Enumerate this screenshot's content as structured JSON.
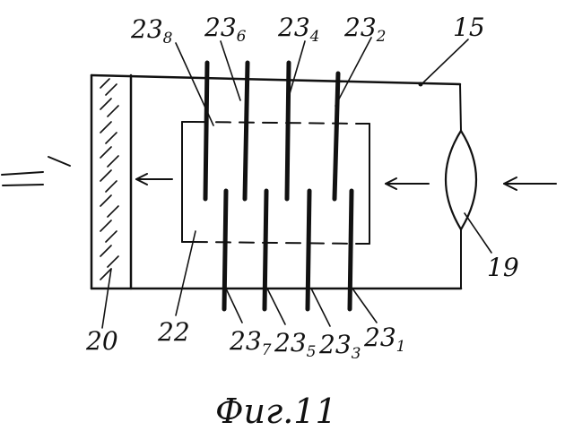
{
  "figure": {
    "caption": "Фиг.11",
    "labels": {
      "l15": "15",
      "l19": "19",
      "l20": "20",
      "l22": "22",
      "e8": {
        "base": "23",
        "sub": "8"
      },
      "e6": {
        "base": "23",
        "sub": "6"
      },
      "e4": {
        "base": "23",
        "sub": "4"
      },
      "e2": {
        "base": "23",
        "sub": "2"
      },
      "e7": {
        "base": "23",
        "sub": "7"
      },
      "e5": {
        "base": "23",
        "sub": "5"
      },
      "e3": {
        "base": "23",
        "sub": "3"
      },
      "e1": {
        "base": "23",
        "sub": "1"
      }
    }
  }
}
